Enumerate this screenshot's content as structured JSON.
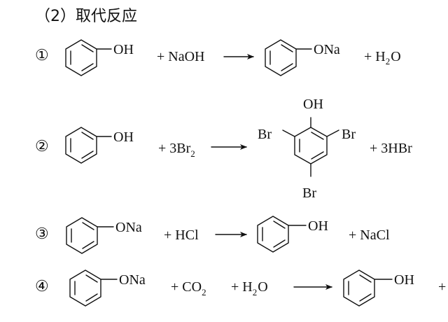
{
  "title": "（2）取代反应",
  "reactions": [
    {
      "number": "①",
      "reactant_group": "OH",
      "reagent_a": "+ NaOH",
      "product_group": "ONa",
      "byproduct_a": "+ H",
      "byproduct_sub": "2",
      "byproduct_b": "O"
    },
    {
      "number": "②",
      "reactant_group": "OH",
      "reagent_a": "+ 3Br",
      "reagent_sub": "2",
      "product_top": "OH",
      "product_left": "Br",
      "product_right": "Br",
      "product_bottom": "Br",
      "byproduct": "+ 3HBr"
    },
    {
      "number": "③",
      "reactant_group": "ONa",
      "reagent": "+ HCl",
      "product_group": "OH",
      "byproduct": "+ NaCl"
    },
    {
      "number": "④",
      "reactant_group": "ONa",
      "reagent_a": "+ CO",
      "reagent_a_sub": "2",
      "reagent_b": "+ H",
      "reagent_b_sub": "2",
      "reagent_b_tail": "O",
      "product_group": "OH",
      "byproduct": "+"
    }
  ]
}
